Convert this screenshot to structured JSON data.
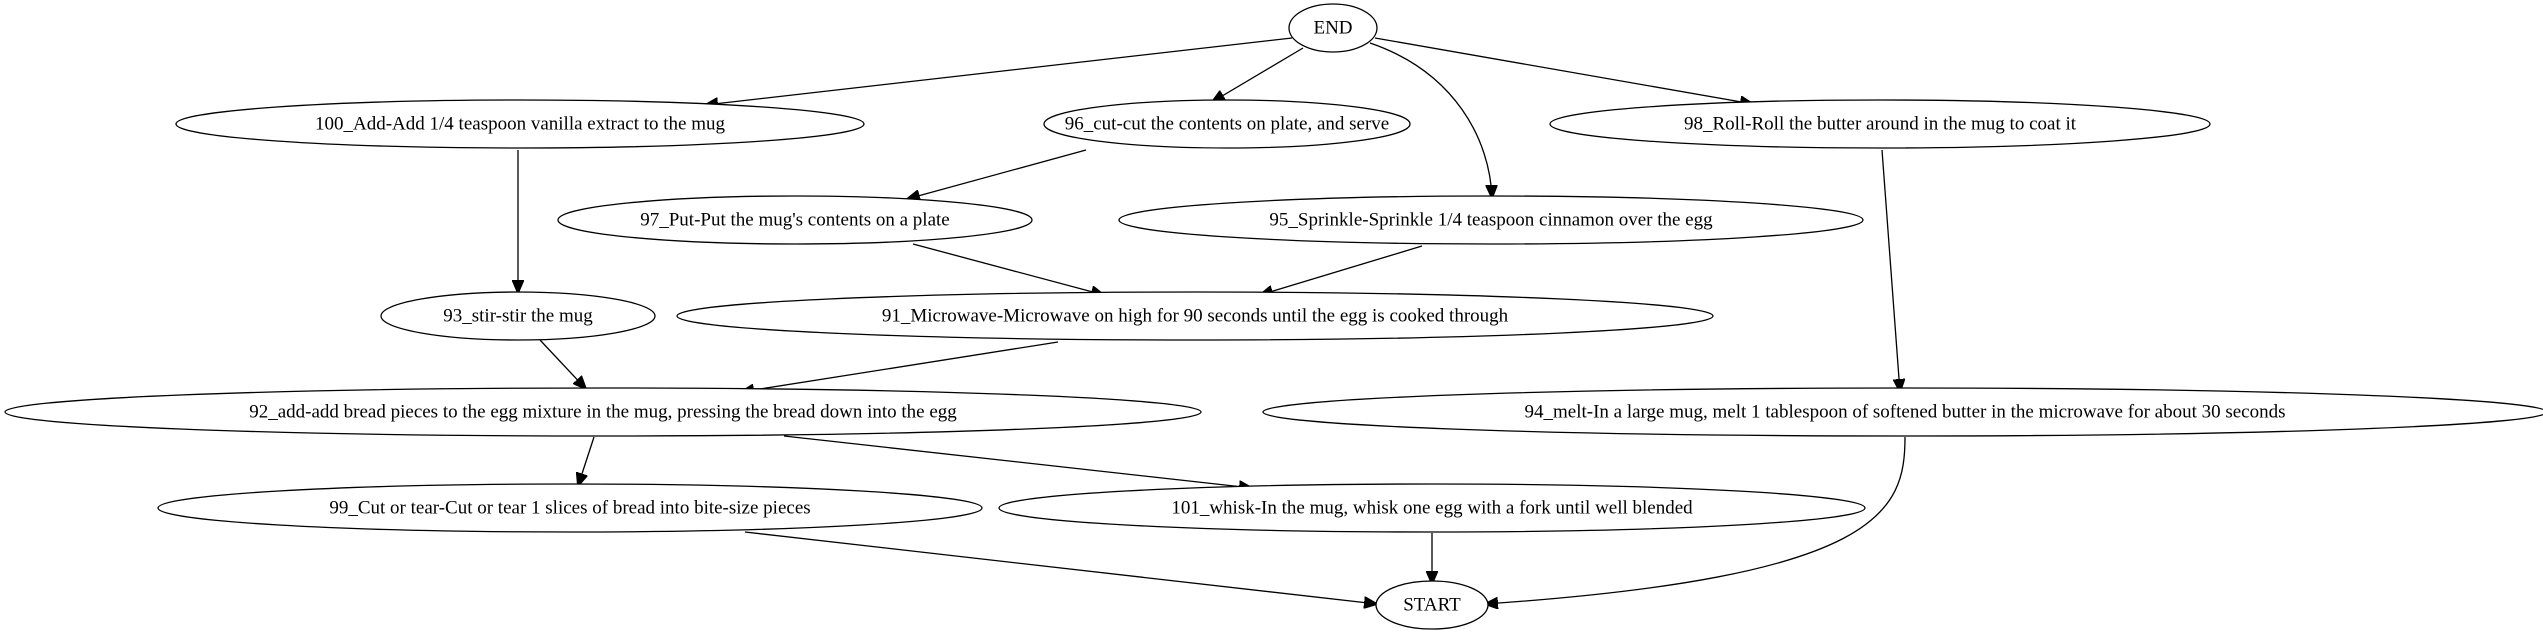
{
  "graph": {
    "nodes": [
      {
        "id": "end",
        "label": "END"
      },
      {
        "id": "n100",
        "label": "100_Add-Add 1/4 teaspoon vanilla extract to the mug"
      },
      {
        "id": "n96",
        "label": "96_cut-cut the contents on plate, and serve"
      },
      {
        "id": "n98",
        "label": "98_Roll-Roll the butter around in the mug to coat it"
      },
      {
        "id": "n97",
        "label": "97_Put-Put the mug's contents on a plate"
      },
      {
        "id": "n95",
        "label": "95_Sprinkle-Sprinkle 1/4 teaspoon cinnamon over the egg"
      },
      {
        "id": "n93",
        "label": "93_stir-stir the mug"
      },
      {
        "id": "n91",
        "label": "91_Microwave-Microwave on high for 90 seconds until the egg is cooked through"
      },
      {
        "id": "n92",
        "label": "92_add-add bread pieces to the egg mixture in the mug, pressing the bread down into the egg"
      },
      {
        "id": "n94",
        "label": "94_melt-In a large mug, melt 1 tablespoon of softened butter in the microwave for about 30 seconds"
      },
      {
        "id": "n99",
        "label": "99_Cut or tear-Cut or tear 1 slices of bread into bite-size pieces"
      },
      {
        "id": "n101",
        "label": "101_whisk-In the mug, whisk one egg with a fork until well blended"
      },
      {
        "id": "start",
        "label": "START"
      }
    ],
    "edges": [
      {
        "from": "end",
        "to": "n100"
      },
      {
        "from": "end",
        "to": "n96"
      },
      {
        "from": "end",
        "to": "n95"
      },
      {
        "from": "end",
        "to": "n98"
      },
      {
        "from": "n100",
        "to": "n93"
      },
      {
        "from": "n96",
        "to": "n97"
      },
      {
        "from": "n97",
        "to": "n91"
      },
      {
        "from": "n95",
        "to": "n91"
      },
      {
        "from": "n93",
        "to": "n92"
      },
      {
        "from": "n91",
        "to": "n92"
      },
      {
        "from": "n98",
        "to": "n94"
      },
      {
        "from": "n92",
        "to": "n99"
      },
      {
        "from": "n92",
        "to": "n101"
      },
      {
        "from": "n99",
        "to": "start"
      },
      {
        "from": "n101",
        "to": "start"
      },
      {
        "from": "n94",
        "to": "start"
      }
    ]
  }
}
